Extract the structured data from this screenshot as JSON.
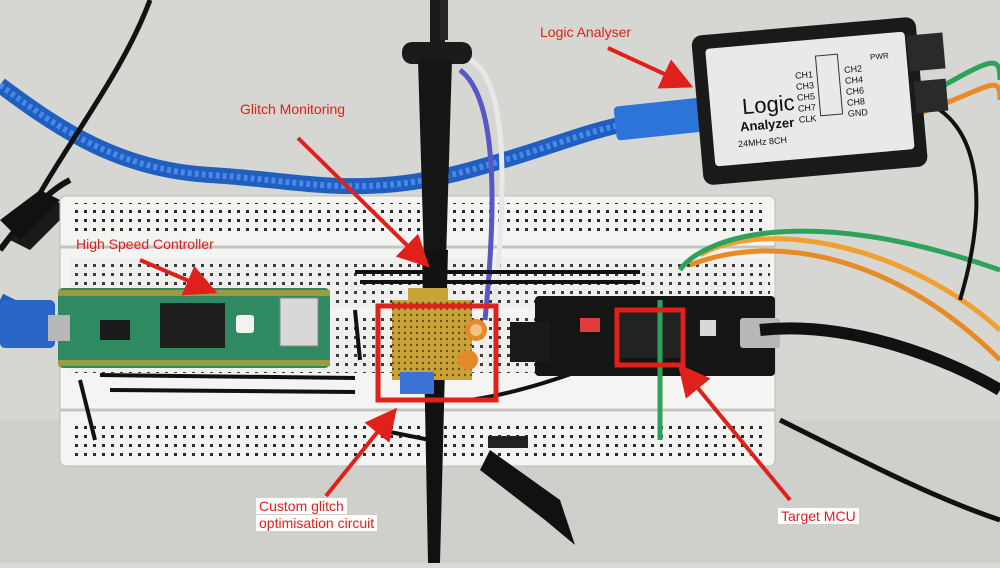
{
  "labels": {
    "logic_analyser": "Logic Analyser",
    "glitch_monitoring": "Glitch Monitoring",
    "high_speed_controller": "High Speed Controller",
    "custom_glitch_line1": "Custom glitch",
    "custom_glitch_line2": "optimisation circuit",
    "target_mcu": "Target MCU"
  },
  "device": {
    "logic_title": "Logic",
    "analyzer_word": "Analyzer",
    "spec": "24MHz 8CH",
    "pwr": "PWR",
    "pins_left": [
      "CH1",
      "CH3",
      "CH5",
      "CH7",
      "CLK"
    ],
    "pins_right": [
      "CH2",
      "CH4",
      "CH6",
      "CH8",
      "GND"
    ]
  },
  "colors": {
    "annotation_red": "#e0201a",
    "usb_cable": "#2b6fd6",
    "breadboard": "#f2f2f0",
    "teensy_pcb": "#2f8a62",
    "mcu_board": "#151515"
  },
  "icons": [
    "arrow-icon"
  ]
}
